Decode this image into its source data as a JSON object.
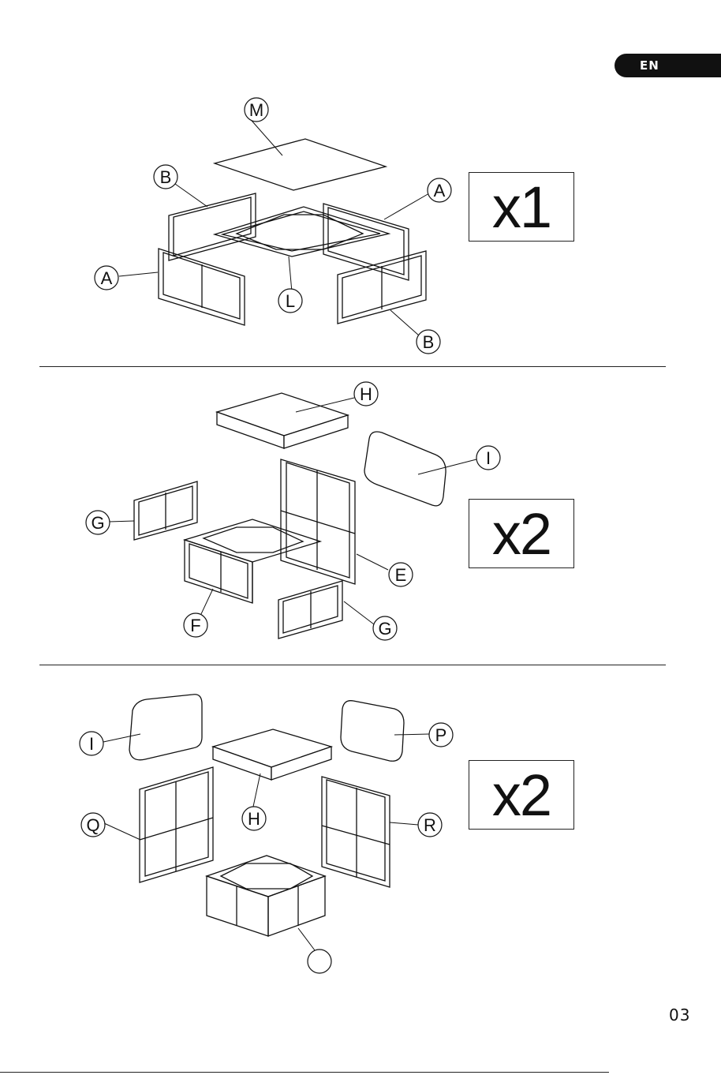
{
  "header": {
    "language": "EN"
  },
  "steps": [
    {
      "quantity": "x1",
      "callouts": {
        "top": "M",
        "back_left": "B",
        "back_right": "A",
        "front_left": "A",
        "center": "L",
        "front_right": "B"
      }
    },
    {
      "quantity": "x2",
      "callouts": {
        "seat": "H",
        "back": "I",
        "side_left": "G",
        "frame_back": "E",
        "frame_base": "F",
        "side_front": "G"
      }
    },
    {
      "quantity": "x2",
      "callouts": {
        "back_left": "I",
        "back_right": "P",
        "seat": "H",
        "frame_left": "Q",
        "frame_right": "R",
        "base": ""
      }
    }
  ],
  "footer": {
    "page_number": "03"
  }
}
